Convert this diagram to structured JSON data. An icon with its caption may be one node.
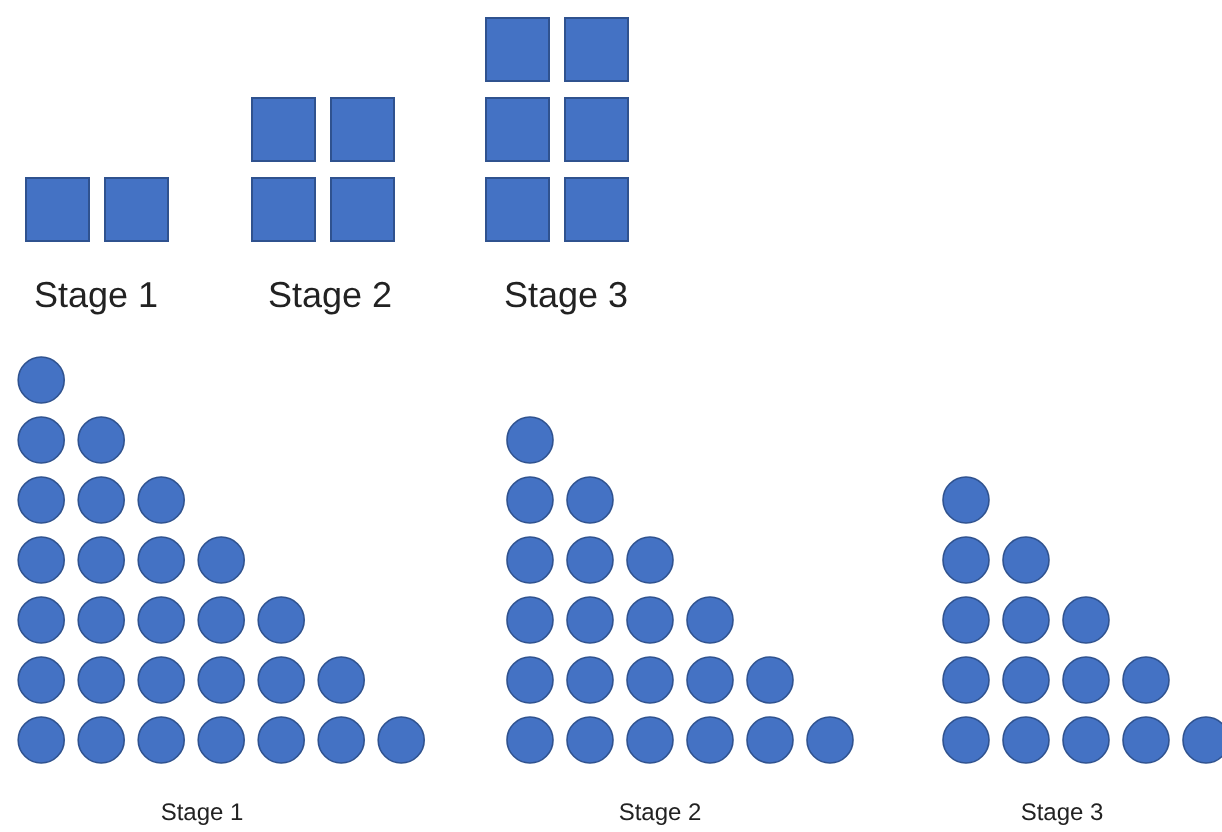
{
  "diagram": {
    "labels": [
      "Stage 1",
      "Stage 2",
      "Stage 3",
      "Stage 1",
      "Stage 2",
      "Stage 3"
    ]
  }
}
